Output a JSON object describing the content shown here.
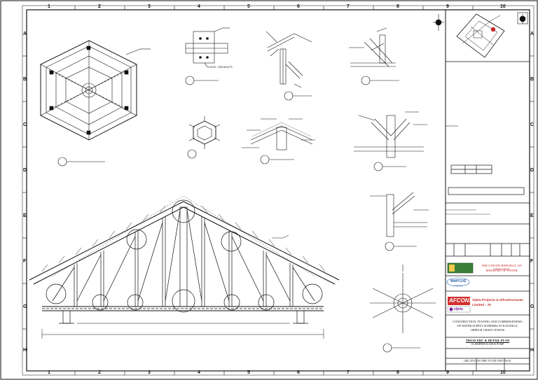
{
  "border": {
    "columns": [
      "1",
      "2",
      "3",
      "4",
      "5",
      "6",
      "7",
      "8",
      "9",
      "10"
    ],
    "rows": [
      "A",
      "B",
      "C",
      "D",
      "E",
      "F",
      "G",
      "H"
    ]
  },
  "drawing": {
    "note_bolts": "4 NOS. 12Ø BOLTS"
  },
  "title_block": {
    "client_line1": "THE UNITED REPUBLIC OF TANZANIA",
    "client_line2": "MINISTRY OF WATER",
    "consultant": "WAPCOS",
    "consultant_sub": "LIMITED",
    "contractor_logo": "AFCONS",
    "contractor_name_line1": "Vijeta Projects & Infrastructures",
    "contractor_name_line2": "Limited - JV",
    "contractor2_logo": "vijeta",
    "project_line1": "CONSTRUCTION, TESTING AND COMMISSIONING",
    "project_line2": "OF WATER SUPPLY SCHEMES AT KAYANGA,",
    "project_line3": "ORIPA & CHATO TOWNS",
    "sheet_title": "TRUSS ERC & DETAIL PLAN",
    "sheet_subtitle": "CLARIFIER SLUDGE PUMP",
    "drawing_no": "ORG-TNT-AFVJ-PRC-VI-CHT-CHO-TSS-01",
    "colors": {
      "client_text": "#c62828",
      "contractor_text": "#c62828",
      "afcons_bg": "#d32f2f",
      "wapcos_blue": "#1e5aa8"
    }
  }
}
